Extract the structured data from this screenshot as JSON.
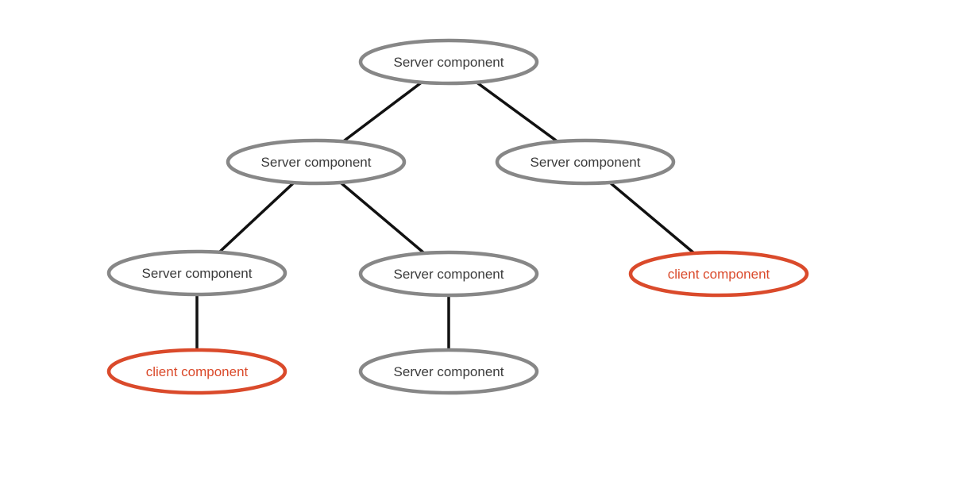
{
  "colors": {
    "background": "#ffffff",
    "edge": "#111111",
    "server_border": "#878787",
    "server_text": "#3b3b3b",
    "client_border": "#da4a2b",
    "client_text": "#da4a2b",
    "node_fill": "#ffffff"
  },
  "diagram": {
    "type": "tree",
    "nodes": [
      {
        "id": "root",
        "label": "Server component",
        "kind": "server",
        "level": 1
      },
      {
        "id": "l2-left",
        "label": "Server component",
        "kind": "server",
        "level": 2
      },
      {
        "id": "l2-right",
        "label": "Server component",
        "kind": "server",
        "level": 2
      },
      {
        "id": "l3-left",
        "label": "Server component",
        "kind": "server",
        "level": 3
      },
      {
        "id": "l3-mid",
        "label": "Server component",
        "kind": "server",
        "level": 3
      },
      {
        "id": "l3-right",
        "label": "client component",
        "kind": "client",
        "level": 3
      },
      {
        "id": "l4-left",
        "label": "client component",
        "kind": "client",
        "level": 4
      },
      {
        "id": "l4-mid",
        "label": "Server component",
        "kind": "server",
        "level": 4
      }
    ],
    "edges": [
      {
        "from": "root",
        "to": "l2-left"
      },
      {
        "from": "root",
        "to": "l2-right"
      },
      {
        "from": "l2-left",
        "to": "l3-left"
      },
      {
        "from": "l2-left",
        "to": "l3-mid"
      },
      {
        "from": "l2-right",
        "to": "l3-right"
      },
      {
        "from": "l3-left",
        "to": "l4-left"
      },
      {
        "from": "l3-mid",
        "to": "l4-mid"
      }
    ]
  }
}
